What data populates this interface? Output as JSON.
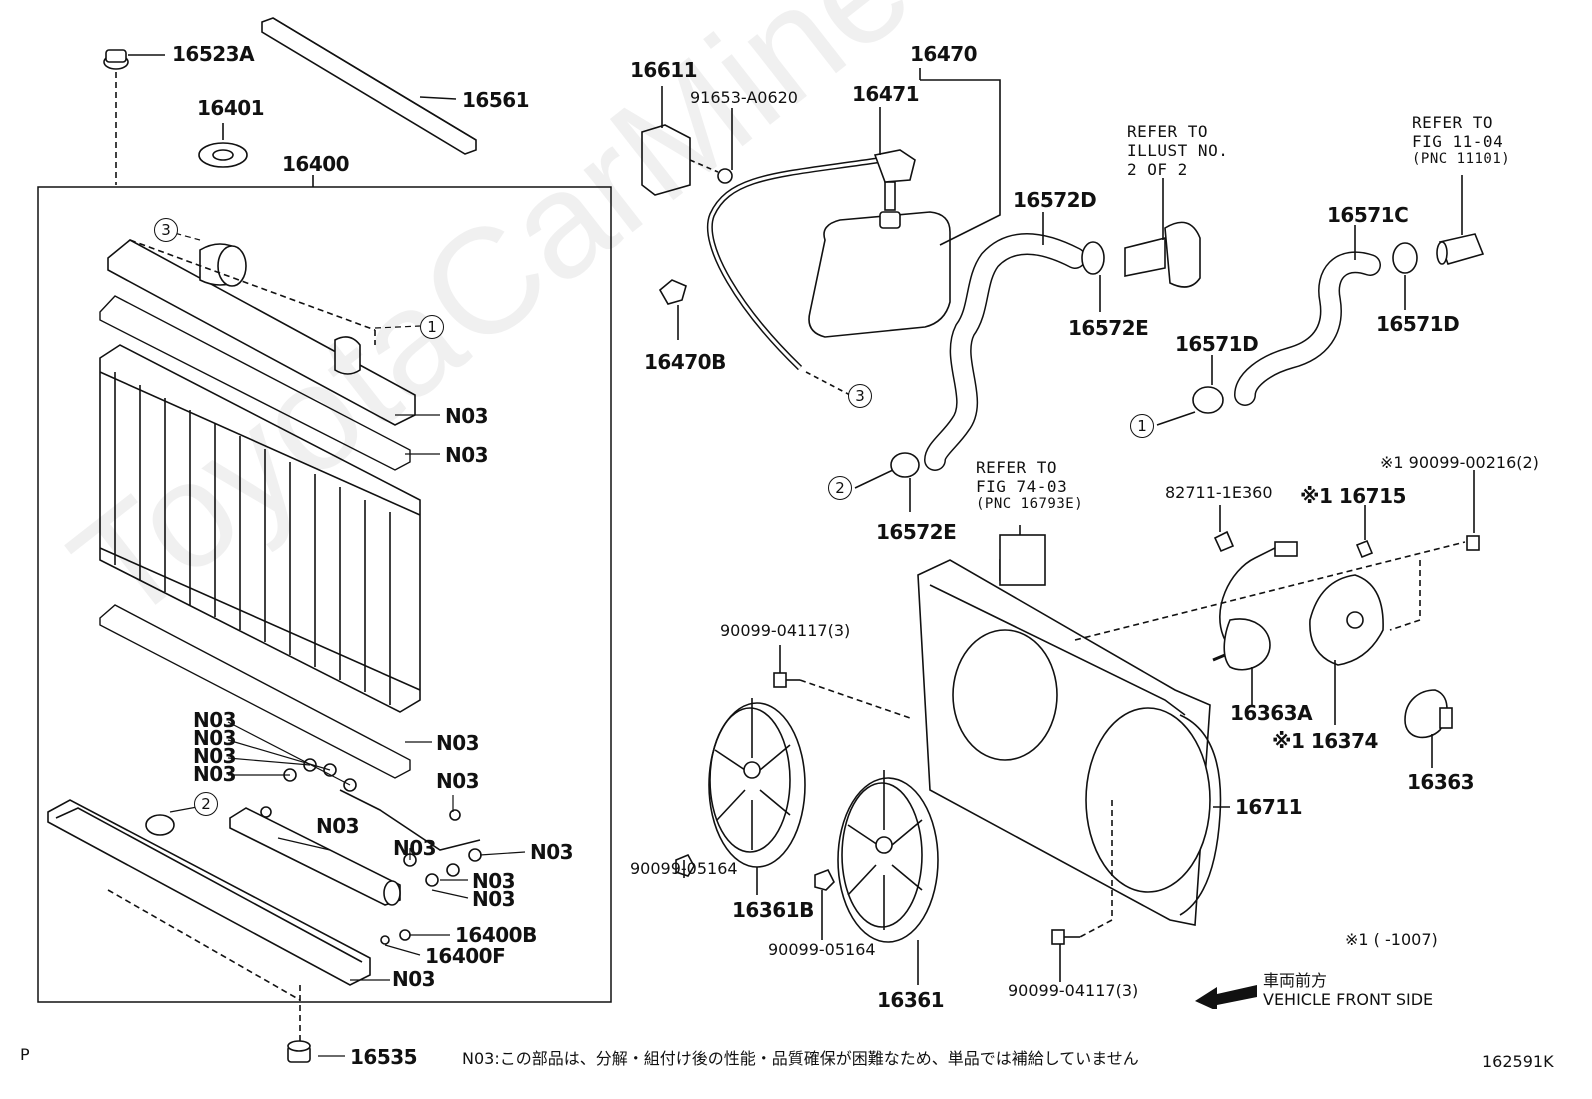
{
  "labels": {
    "p16523A": "16523A",
    "p16561": "16561",
    "p16401": "16401",
    "p16400": "16400",
    "p16611": "16611",
    "p91653": "91653-A0620",
    "p16470": "16470",
    "p16471": "16471",
    "p16470B": "16470B",
    "p16572D": "16572D",
    "p16572E_a": "16572E",
    "p16572E_b": "16572E",
    "p16571C": "16571C",
    "p16571D_a": "16571D",
    "p16571D_b": "16571D",
    "p82711": "82711-1E360",
    "p16715": "※1 16715",
    "p90099_216": "※1 90099-00216(2)",
    "p16363A": "16363A",
    "p16374": "※1 16374",
    "p16363": "16363",
    "p16711": "16711",
    "p90099_4117_a": "90099-04117(3)",
    "p90099_4117_b": "90099-04117(3)",
    "p90099_5164_a": "90099-05164",
    "p90099_5164_b": "90099-05164",
    "p16361B": "16361B",
    "p16361": "16361",
    "n03_1": "N03",
    "n03_2": "N03",
    "n03_3": "N03",
    "n03_4": "N03",
    "n03_5": "N03",
    "n03_6": "N03",
    "n03_7": "N03",
    "n03_8": "N03",
    "n03_9": "N03",
    "n03_10": "N03",
    "n03_11": "N03",
    "n03_12": "N03",
    "n03_13": "N03",
    "n03_14": "N03",
    "p16400B": "16400B",
    "p16400F": "16400F",
    "p16535": "16535"
  },
  "refs": {
    "ref1": [
      "REFER TO",
      "ILLUST NO.",
      "2 OF 2"
    ],
    "ref2": [
      "REFER TO",
      "FIG 11-04",
      "(PNC 11101)"
    ],
    "ref3": [
      "REFER TO",
      "FIG 74-03",
      "(PNC 16793E)"
    ]
  },
  "callouts": [
    "1",
    "2",
    "3",
    "1",
    "2",
    "3"
  ],
  "footnote_range": "※1 (        -1007)",
  "front": {
    "jp": "車両前方",
    "en": "VEHICLE FRONT SIDE"
  },
  "footer": {
    "left": "P",
    "note": "N03:この部品は、分解・組付け後の性能・品質確保が困難なため、単品では補給していません",
    "code": "162591K"
  },
  "watermark": "ToyotaCarMine.ru"
}
